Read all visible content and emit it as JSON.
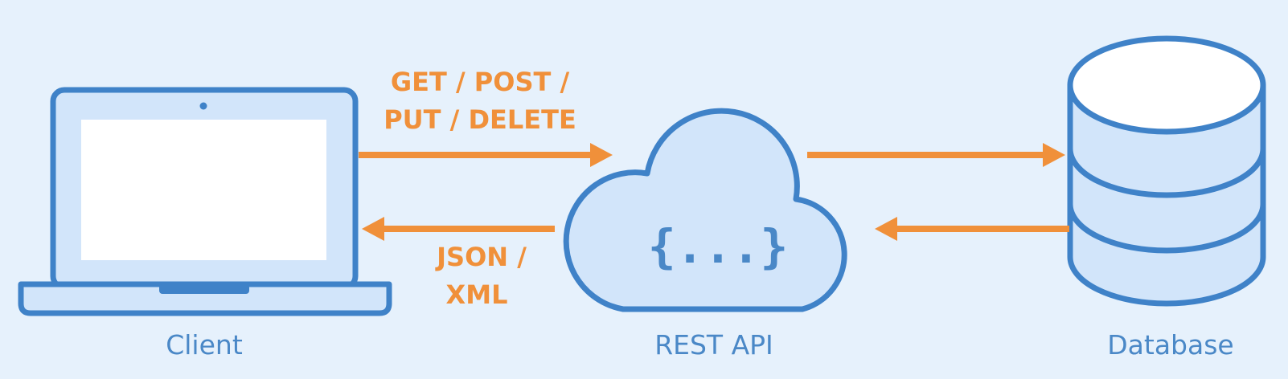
{
  "diagram": {
    "colors": {
      "background": "#e6f1fc",
      "outline": "#3f82c8",
      "fill_light": "#d2e5fa",
      "fill_white": "#ffffff",
      "arrow": "#f0903a",
      "node_label": "#4a88c7"
    },
    "nodes": {
      "client": {
        "label": "Client",
        "icon": "laptop-icon"
      },
      "api": {
        "label": "REST API",
        "icon": "cloud-icon",
        "symbol": "{...}"
      },
      "database": {
        "label": "Database",
        "icon": "database-icon"
      }
    },
    "edges": {
      "request": {
        "from": "Client",
        "to": "REST API",
        "line1": "GET / POST /",
        "line2": "PUT / DELETE"
      },
      "response": {
        "from": "REST API",
        "to": "Client",
        "line1": "JSON /",
        "line2": "XML"
      },
      "api_to_db": {
        "from": "REST API",
        "to": "Database"
      },
      "db_to_api": {
        "from": "Database",
        "to": "REST API"
      }
    }
  }
}
